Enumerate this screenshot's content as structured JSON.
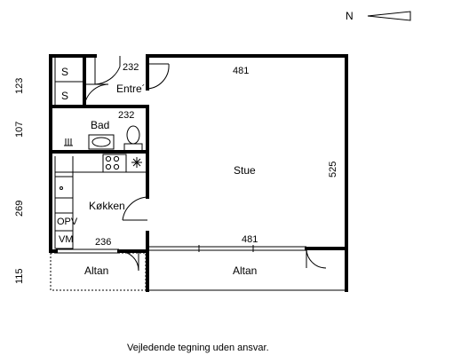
{
  "compass": {
    "label": "N"
  },
  "rooms": {
    "entre": "Entre´",
    "bad": "Bad",
    "kokken": "Køkken",
    "stue": "Stue",
    "altan_left": "Altan",
    "altan_right": "Altan"
  },
  "closets": {
    "s1": "S",
    "s2": "S"
  },
  "appliances": {
    "opv": "OPV",
    "vm": "VM"
  },
  "dimensions": {
    "top_left_232": "232",
    "top_481": "481",
    "bad_232": "232",
    "right_525": "525",
    "left_123": "123",
    "left_107": "107",
    "left_269": "269",
    "left_115": "115",
    "bottom_236": "236",
    "bottom_481": "481"
  },
  "caption": "Vejledende tegning uden ansvar."
}
